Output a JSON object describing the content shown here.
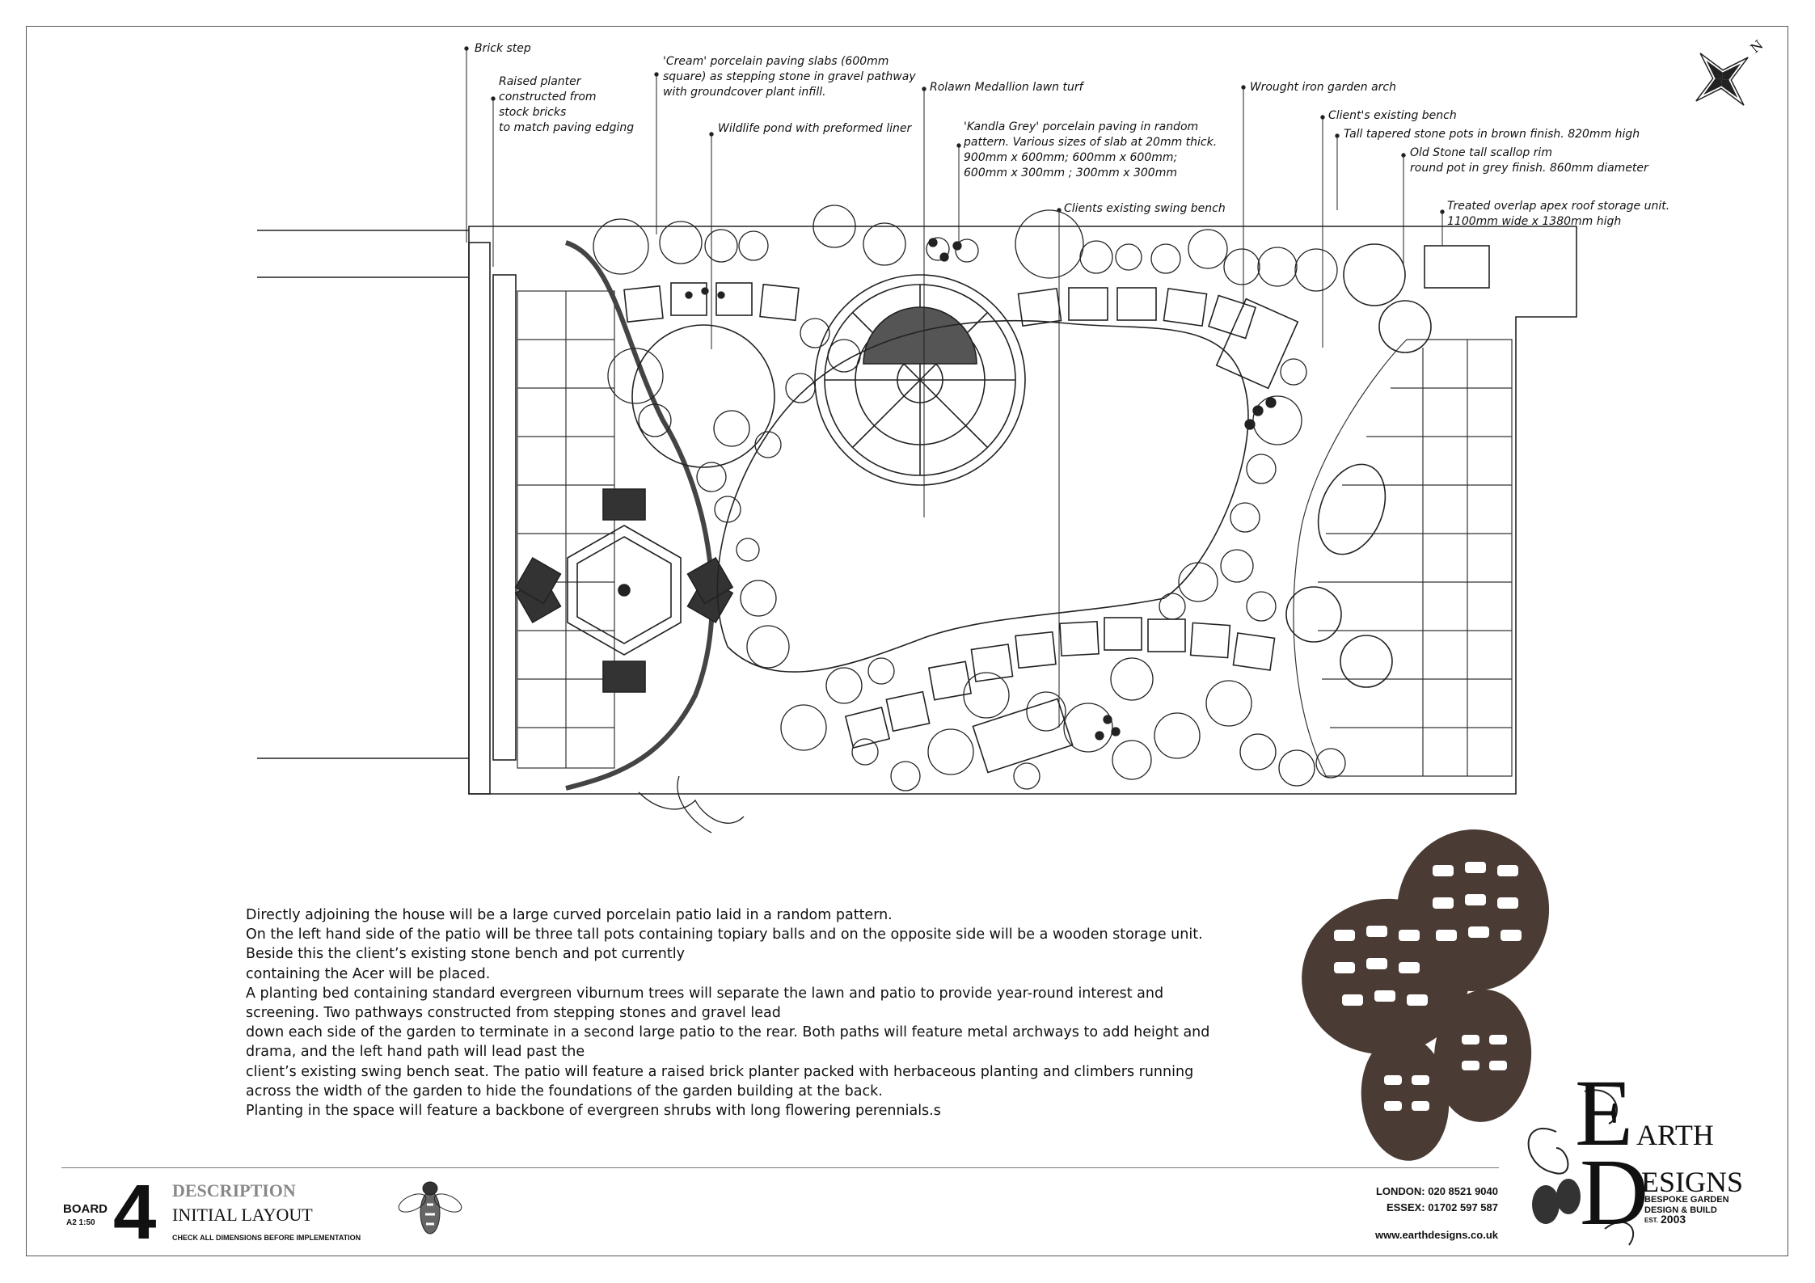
{
  "labels": {
    "brick_step": "Brick step",
    "raised_planter": "Raised planter\nconstructed from\nstock bricks\nto match paving edging",
    "cream_paving": "'Cream' porcelain paving slabs (600mm\nsquare) as stepping stone in gravel pathway\nwith groundcover plant infill.",
    "wildlife_pond": "Wildlife pond with preformed liner",
    "lawn_turf": "Rolawn Medallion lawn turf",
    "kandla_grey": "'Kandla Grey' porcelain paving in random\npattern. Various sizes of slab at 20mm thick.\n900mm x 600mm; 600mm x 600mm;\n600mm x 300mm ; 300mm x 300mm",
    "swing_bench": "Clients existing swing bench",
    "garden_arch": "Wrought iron garden arch",
    "existing_bench": "Client's existing bench",
    "stone_pots": "Tall tapered stone pots in brown finish. 820mm high",
    "scallop_pot": "Old Stone tall scallop rim\nround pot in grey finish. 860mm diameter",
    "storage_unit": "Treated overlap apex roof storage unit.\n1100mm wide x 1380mm high"
  },
  "description": [
    "Directly adjoining the house will be a large curved porcelain patio laid in a random pattern.",
    "On the left hand side of the patio will be three tall pots containing topiary balls and on the opposite side will be a wooden storage unit. Beside this the client’s existing stone bench and pot currently",
    "containing the Acer will be placed.",
    "A planting bed containing standard evergreen viburnum trees will separate the lawn and patio to provide year-round interest and screening. Two pathways constructed from stepping stones and gravel lead",
    "down each side of the garden to terminate in a second large patio to the rear. Both paths will feature metal archways to add height and drama, and the left hand path will lead past the",
    "client’s existing swing bench seat. The patio will feature a raised brick planter packed with herbaceous planting and climbers running across the width of the garden to hide the foundations of the garden building at the back.",
    "Planting in the space will feature a backbone of evergreen shrubs with long flowering perennials.s"
  ],
  "title_block": {
    "board_word": "BOARD",
    "scale": "A2 1:50",
    "board_number": "4",
    "title": "DESCRIPTION",
    "subtitle": "INITIAL LAYOUT",
    "note": "CHECK ALL DIMENSIONS BEFORE IMPLEMENTATION",
    "london": "LONDON: 020 8521 9040",
    "essex": "ESSEX: 01702 597 587",
    "website": "www.earthdesigns.co.uk"
  },
  "logo": {
    "letter_e": "E",
    "arth": "ARTH",
    "letter_d": "D",
    "esigns": "ESIGNS",
    "tagline1": "BESPOKE GARDEN",
    "tagline2": "DESIGN & BUILD",
    "est": "EST.",
    "year": "2003"
  },
  "compass": {
    "north_letter": "N"
  }
}
